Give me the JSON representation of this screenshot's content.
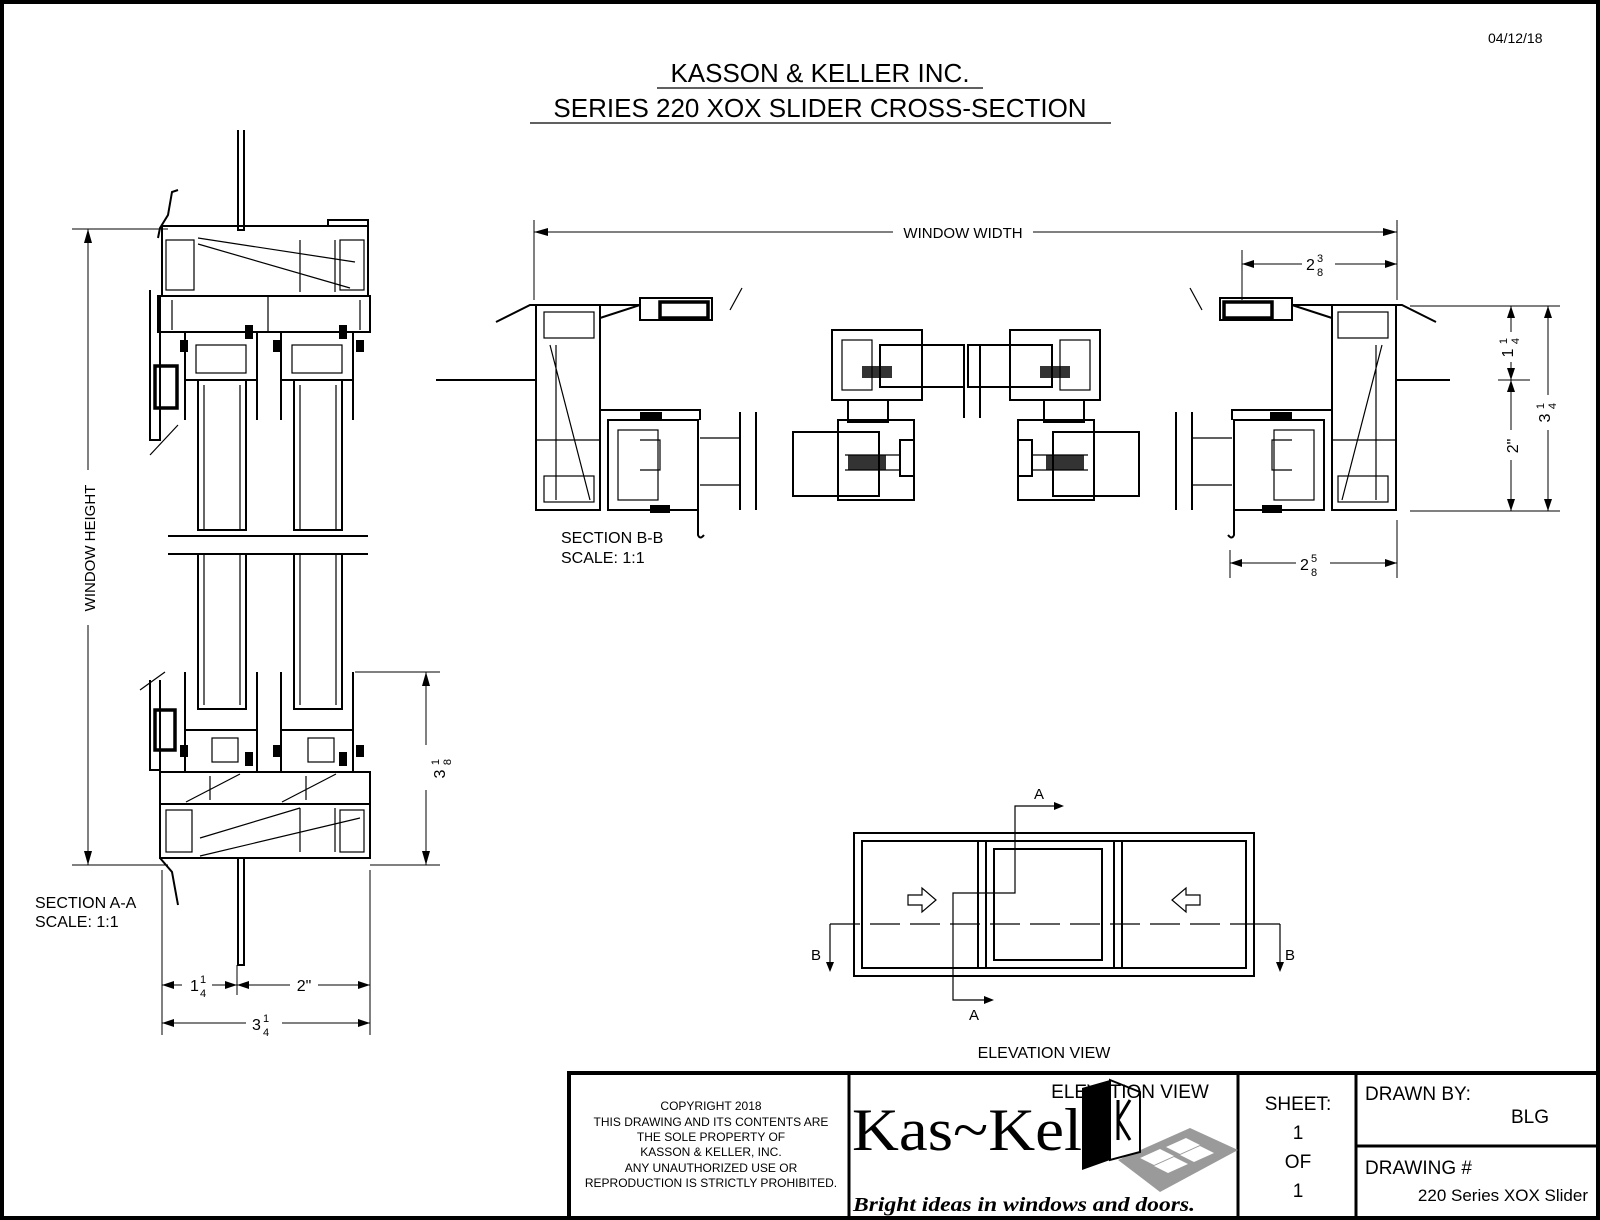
{
  "date": "04/12/18",
  "title": {
    "line1": "KASSON & KELLER INC.",
    "line2": "SERIES 220 XOX SLIDER CROSS-SECTION"
  },
  "section_a": {
    "label": "SECTION A-A",
    "scale": "SCALE: 1:1",
    "window_height": "WINDOW HEIGHT",
    "dim_right_whole": "3",
    "dim_right_frac_num": "1",
    "dim_right_frac_den": "8",
    "dim_bottom_left_whole": "1",
    "dim_bottom_left_num": "1",
    "dim_bottom_left_den": "4",
    "dim_bottom_mid": "2\"",
    "dim_total_whole": "3",
    "dim_total_num": "1",
    "dim_total_den": "4"
  },
  "section_b": {
    "label": "SECTION B-B",
    "scale": "SCALE: 1:1",
    "window_width": "WINDOW WIDTH",
    "dim_top_whole": "2",
    "dim_top_num": "3",
    "dim_top_den": "8",
    "dim_bottom_whole": "2",
    "dim_bottom_num": "5",
    "dim_bottom_den": "8",
    "dim_r1_whole": "1",
    "dim_r1_num": "1",
    "dim_r1_den": "4",
    "dim_r2": "2\"",
    "dim_r3_whole": "3",
    "dim_r3_num": "1",
    "dim_r3_den": "4"
  },
  "elevation": {
    "label": "ELEVATION VIEW",
    "cut_a_top": "A",
    "cut_a_bottom": "A",
    "cut_b_left": "B",
    "cut_b_right": "B"
  },
  "title_block": {
    "copyright_lines": [
      "COPYRIGHT 2018",
      "THIS DRAWING AND ITS CONTENTS ARE",
      "THE SOLE PROPERTY OF",
      "KASSON & KELLER, INC.",
      "ANY UNAUTHORIZED USE OR",
      "REPRODUCTION IS STRICTLY PROHIBITED."
    ],
    "logo_text": "Kas~Kel",
    "logo_tagline": "Bright ideas in windows and doors.",
    "logo_overlay": "ELEVATION VIEW",
    "sheet_label": "SHEET:",
    "sheet_num": "1",
    "sheet_of": "OF",
    "sheet_total": "1",
    "drawn_by_label": "DRAWN BY:",
    "drawn_by": "BLG",
    "drawing_no_label": "DRAWING #",
    "drawing_no": "220 Series XOX Slider"
  },
  "colors": {
    "ink": "#000000",
    "paper": "#ffffff",
    "logo_grey": "#9a9a9a"
  }
}
